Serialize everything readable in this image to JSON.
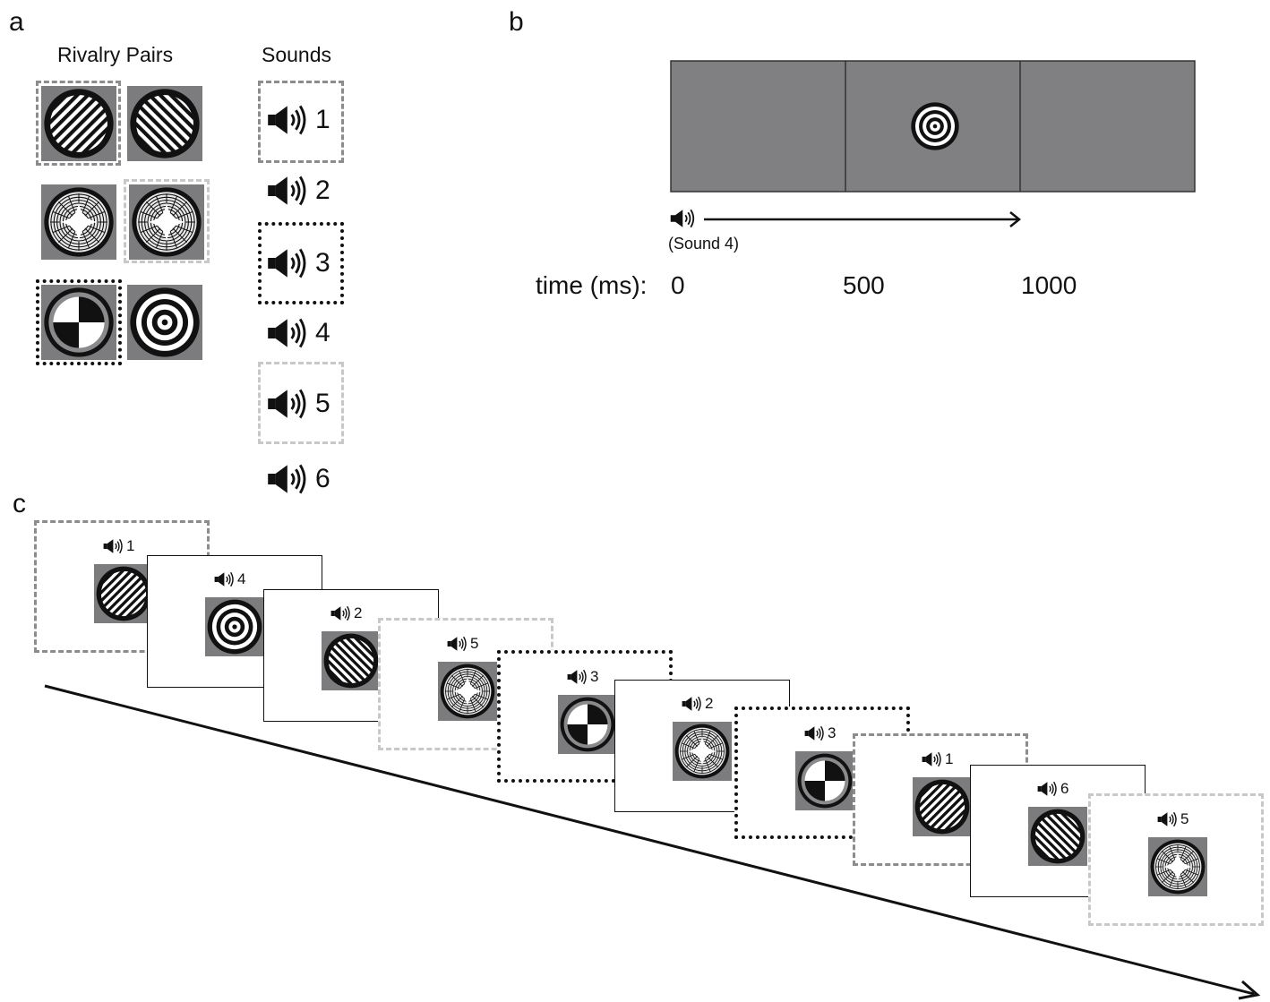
{
  "panel_a": {
    "letter": "a",
    "rivalry_heading": "Rivalry Pairs",
    "sounds_heading": "Sounds",
    "pairs": [
      {
        "left": "grating-left-tilt",
        "right": "grating-right-tilt"
      },
      {
        "left": "radial-star-checker",
        "right": "radial-star-checker"
      },
      {
        "left": "checkerboard-quadrant",
        "right": "concentric-rings"
      }
    ],
    "sounds": [
      "1",
      "2",
      "3",
      "4",
      "5",
      "6"
    ]
  },
  "panel_b": {
    "letter": "b",
    "sound_caption": "(Sound 4)",
    "time_axis_label": "time (ms):",
    "time_ticks": [
      "0",
      "500",
      "1000"
    ],
    "box_color": "#808082"
  },
  "panel_c": {
    "letter": "c",
    "sequence": [
      {
        "sound": "1",
        "stimulus": "grating-left-tilt"
      },
      {
        "sound": "4",
        "stimulus": "concentric-rings"
      },
      {
        "sound": "2",
        "stimulus": "grating-right-tilt"
      },
      {
        "sound": "5",
        "stimulus": "radial-star-checker"
      },
      {
        "sound": "3",
        "stimulus": "checkerboard-quadrant"
      },
      {
        "sound": "2",
        "stimulus": "radial-star-checker"
      },
      {
        "sound": "3",
        "stimulus": "checkerboard-quadrant"
      },
      {
        "sound": "1",
        "stimulus": "grating-left-tilt"
      },
      {
        "sound": "6",
        "stimulus": "grating-right-tilt"
      },
      {
        "sound": "5",
        "stimulus": "radial-star-checker"
      }
    ]
  },
  "icons": {
    "speaker": "speaker-icon",
    "arrow": "right-arrow-icon"
  },
  "colors": {
    "stimulus_background": "#7c7c7e",
    "frame_grey": "#8c8c8c",
    "frame_light": "#c8c8c8",
    "frame_black": "#111111"
  }
}
